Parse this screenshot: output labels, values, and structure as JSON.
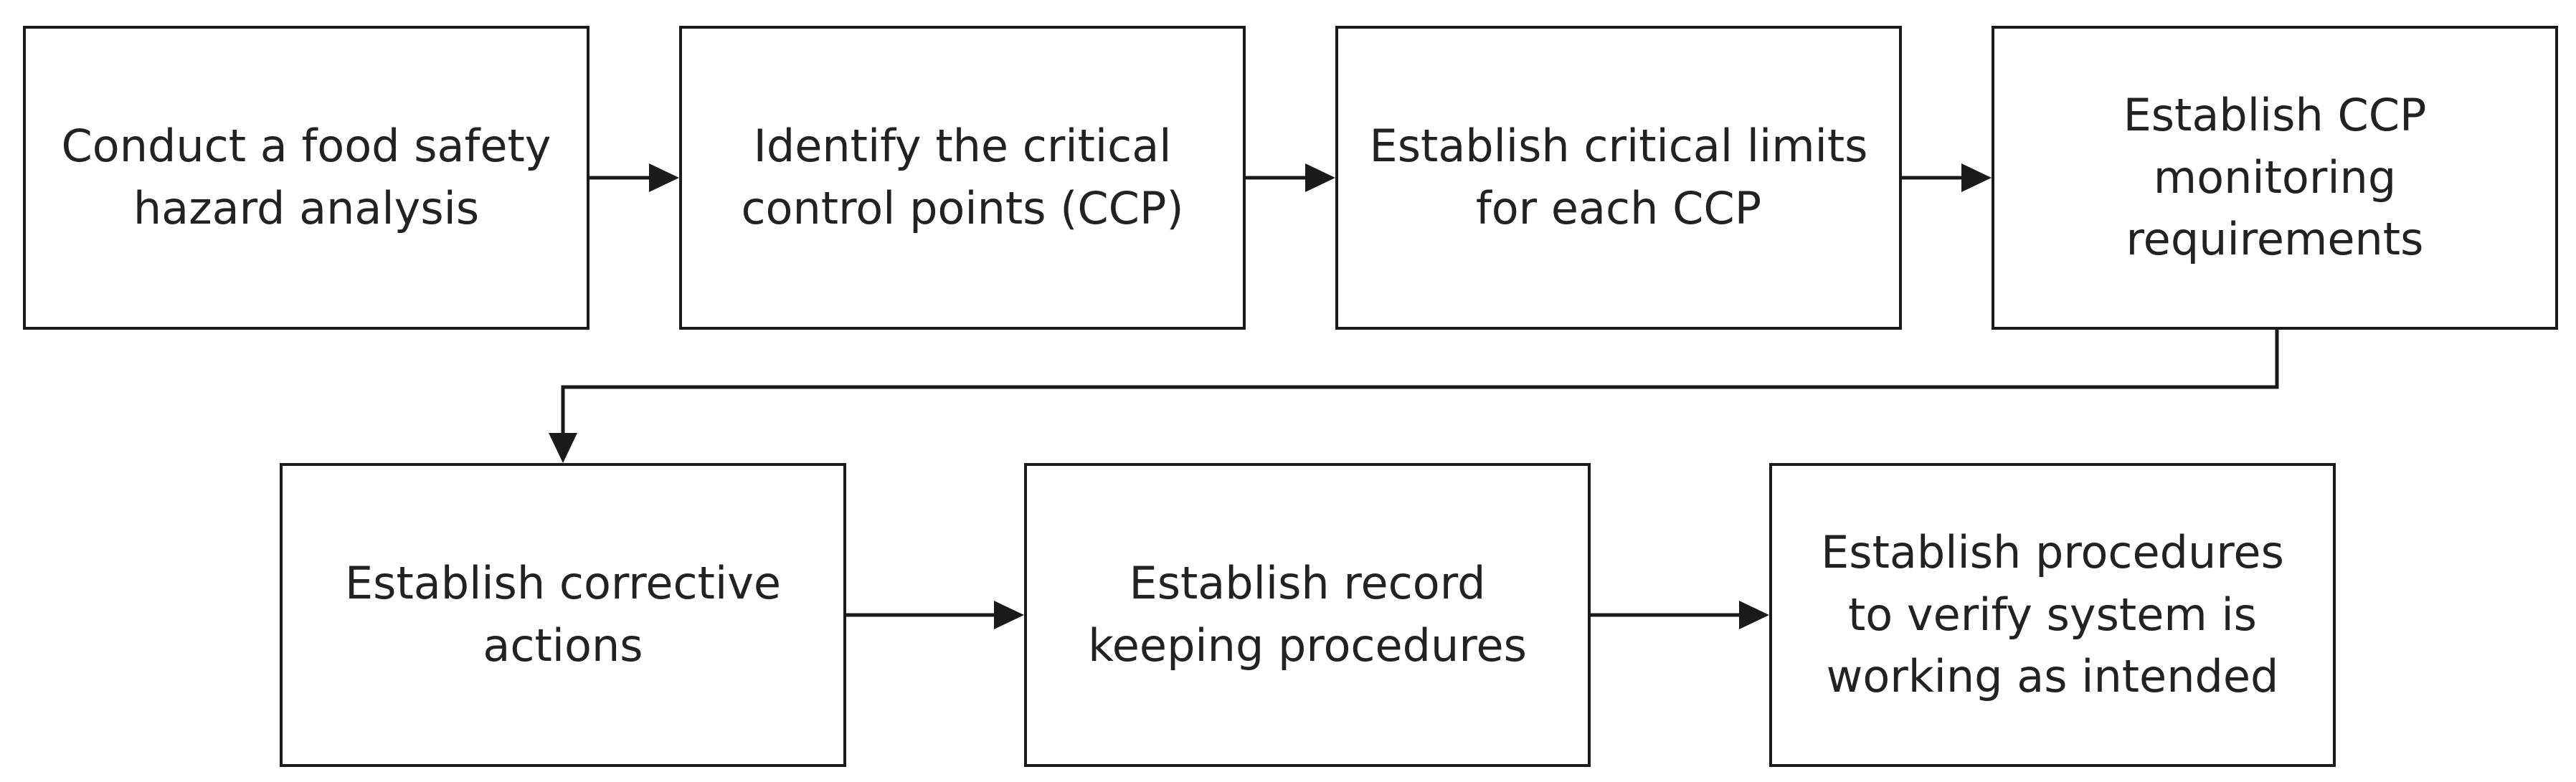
{
  "steps": [
    {
      "label": "Conduct a food safety\nhazard analysis"
    },
    {
      "label": "Identify the critical\ncontrol points (CCP)"
    },
    {
      "label": "Establish critical limits\nfor each CCP"
    },
    {
      "label": "Establish CCP\nmonitoring\nrequirements"
    },
    {
      "label": "Establish corrective\nactions"
    },
    {
      "label": "Establish record\nkeeping procedures"
    },
    {
      "label": "Establish procedures\nto verify system is\nworking as intended"
    }
  ],
  "colors": {
    "line": "#1a1a1a",
    "text": "#222222",
    "background": "#ffffff"
  }
}
